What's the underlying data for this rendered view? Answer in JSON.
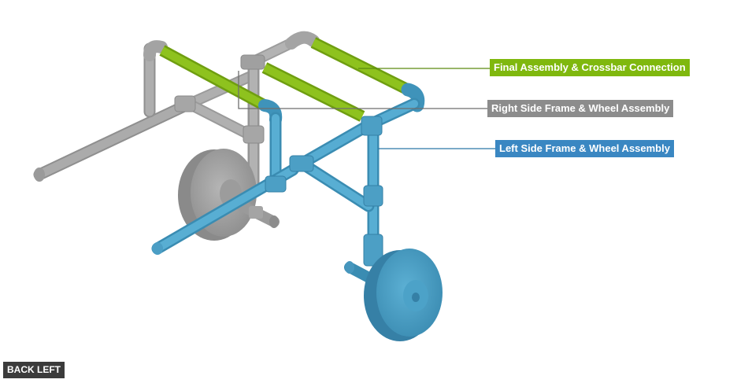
{
  "callouts": {
    "final": {
      "label": "Final Assembly & Crossbar Connection",
      "color": "#7fb80e"
    },
    "right": {
      "label": "Right Side Frame & Wheel Assembly",
      "color": "#8c8c8c"
    },
    "left": {
      "label": "Left Side Frame & Wheel Assembly",
      "color": "#3a87c2"
    }
  },
  "view": {
    "label": "BACK LEFT",
    "color": "#3b3b3b"
  },
  "colors": {
    "gray_pipe": "#a7a7a7",
    "blue_pipe": "#4a9fc4",
    "green_pipe": "#84b81a"
  }
}
